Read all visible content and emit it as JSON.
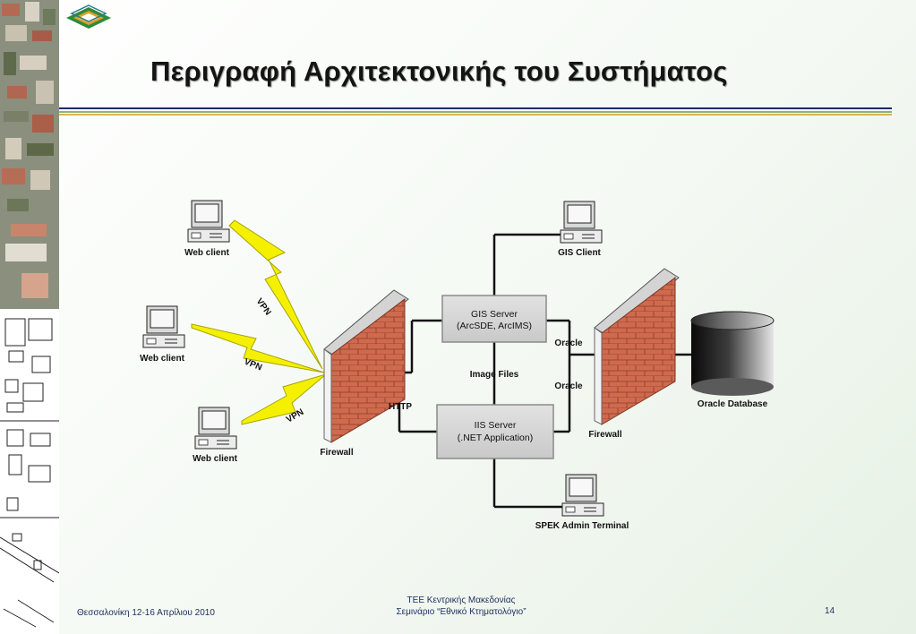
{
  "slide": {
    "title": "Περιγραφή Αρχιτεκτονικής του Συστήματος",
    "page_number": "14"
  },
  "footer": {
    "left": "Θεσσαλονίκη 12-16 Απρίλιου 2010",
    "center_line1": "ΤΕΕ Κεντρικής Μακεδονίας",
    "center_line2": "Σεμινάριο “Εθνικό Κτηματολόγιο”"
  },
  "diagram": {
    "web_client_1": "Web client",
    "web_client_2": "Web client",
    "web_client_3": "Web client",
    "vpn_1": "VPN",
    "vpn_2": "VPN",
    "vpn_3": "VPN",
    "firewall_left": "Firewall",
    "firewall_right": "Firewall",
    "http": "HTTP",
    "gis_server_line1": "GIS Server",
    "gis_server_line2": "(ArcSDE, ArcIMS)",
    "iis_server_line1": "IIS Server",
    "iis_server_line2": "(.NET Application)",
    "image_files": "Image Files",
    "oracle_1": "Oracle",
    "oracle_2": "Oracle",
    "gis_client": "GIS Client",
    "oracle_database": "Oracle Database",
    "admin_terminal": "SPEK Admin Terminal"
  },
  "colors": {
    "brick": "#cf6a4e",
    "lightning": "#f4f000",
    "box_fill": "#d6d6d6",
    "divider_navy": "#1f2a6a",
    "divider_gold": "#d49a22",
    "divider_green": "#6e9a4a"
  }
}
